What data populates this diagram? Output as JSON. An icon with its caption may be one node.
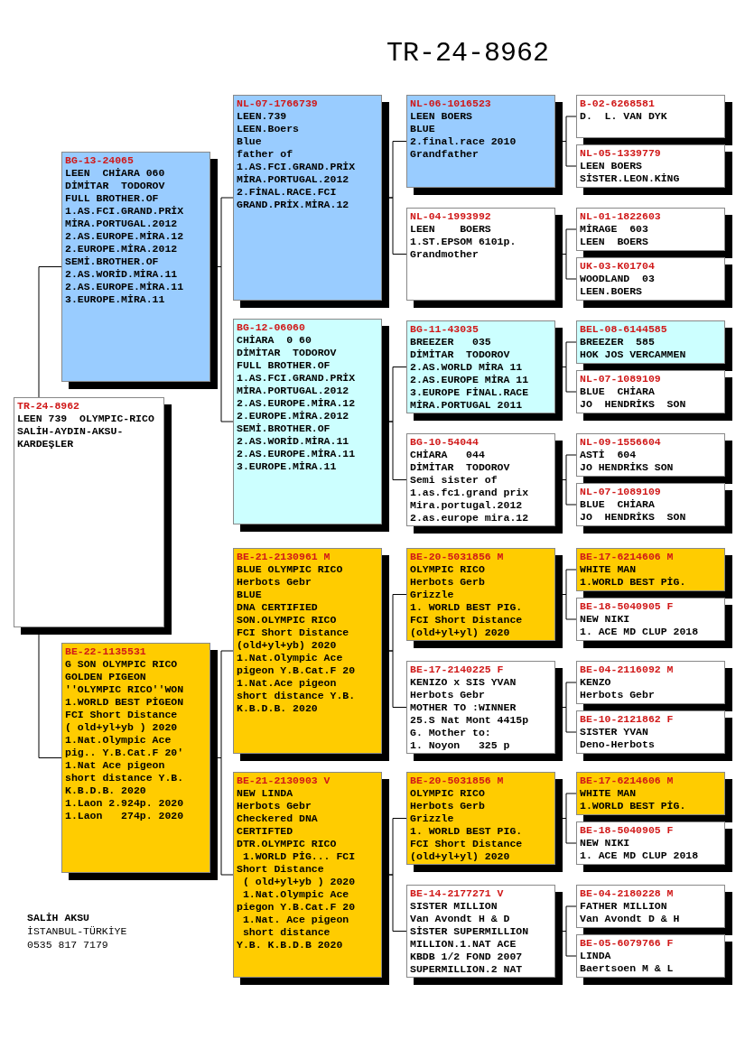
{
  "diagram": {
    "title": "TR-24-8962",
    "nodes": [
      {
        "text": [
          "TR-24-8962",
          "LEEN 739  OLYMPIC-RICO",
          "SALİH-AYDIN-AKSU-KARDEŞLER"
        ]
      },
      {
        "text": [
          "BG-13-24065",
          "LEEN  CHİARA 060",
          "DİMİTAR  TODOROV",
          "FULL BROTHER.OF",
          "1.AS.FCI.GRAND.PRİX",
          "MİRA.PORTUGAL.2012",
          "2.AS.EUROPE.MİRA.12",
          "2.EUROPE.MİRA.2012",
          "SEMİ.BROTHER.OF",
          "2.AS.WORİD.MİRA.11",
          "2.AS.EUROPE.MİRA.11",
          "3.EUROPE.MİRA.11"
        ]
      },
      {
        "text": [
          "BE-22-1135531",
          "G SON OLYMPIC RICO",
          "GOLDEN PIGEON",
          "''OLYMPIC RICO''WON",
          "1.WORLD BEST PİGEON",
          "FCI Short Distance",
          "( old+yl+yb ) 2020",
          "1.Nat.Olympic Ace",
          "pig.. Y.B.Cat.F 20'",
          "1.Nat Ace pigeon",
          "short distance Y.B.",
          "K.B.D.B. 2020",
          "1.Laon 2.924p. 2020",
          "1.Laon   274p. 2020"
        ]
      },
      {
        "text": [
          "NL-07-1766739",
          "LEEN.739",
          "LEEN.Boers",
          "Blue",
          "father of",
          "1.AS.FCI.GRAND.PRİX",
          "MİRA.PORTUGAL.2012",
          "2.FİNAL.RACE.FCI",
          "GRAND.PRİX.MİRA.12"
        ]
      },
      {
        "text": [
          "BG-12-06060",
          "CHİARA  0 60",
          "DİMİTAR  TODOROV",
          "FULL BROTHER.OF",
          "1.AS.FCI.GRAND.PRİX",
          "MİRA.PORTUGAL.2012",
          "2.AS.EUROPE.MİRA.12",
          "2.EUROPE.MİRA.2012",
          "SEMİ.BROTHER.OF",
          "2.AS.WORİD.MİRA.11",
          "2.AS.EUROPE.MİRA.11",
          "3.EUROPE.MİRA.11"
        ]
      },
      {
        "text": [
          "BE-21-2130961 M",
          "BLUE OLYMPIC RICO",
          "Herbots Gebr",
          "BLUE",
          "DNA CERTIFIED",
          "SON.OLYMPIC RICO",
          "FCI Short Distance",
          "(old+yl+yb) 2020",
          "1.Nat.Olympic Ace",
          "pigeon Y.B.Cat.F 20",
          "1.Nat.Ace pigeon",
          "short distance Y.B.",
          "K.B.D.B. 2020"
        ]
      },
      {
        "text": [
          "BE-21-2130903 V",
          "NEW LINDA",
          "Herbots Gebr",
          "Checkered DNA CERTIFTED",
          "DTR.OLYMPIC RICO",
          " 1.WORLD PİG... FCI",
          "Short Distance",
          " ( old+yl+yb ) 2020",
          " 1.Nat.Olympic Ace",
          "piegon Y.B.Cat.F 20",
          " 1.Nat. Ace pigeon",
          " short distance",
          "Y.B. K.B.D.B 2020"
        ]
      },
      {
        "text": [
          "NL-06-1016523",
          "LEEN BOERS",
          "BLUE",
          "2.final.race 2010",
          "Grandfather"
        ]
      },
      {
        "text": [
          "NL-04-1993992",
          "LEEN    BOERS",
          "1.ST.EPSOM 6101p.",
          "Grandmother"
        ]
      },
      {
        "text": [
          "BG-11-43035",
          "BREEZER   035",
          "DİMİTAR  TODOROV",
          "2.AS.WORLD MİRA 11",
          "2.AS.EUROPE MİRA 11",
          "3.EUROPE FİNAL.RACE",
          "MİRA.PORTUGAL 2011"
        ]
      },
      {
        "text": [
          "BG-10-54044",
          "CHİARA   044",
          "DİMİTAR  TODOROV",
          "Semi sister of",
          "1.as.fc1.grand prix",
          "Mira.portugal.2012",
          "2.as.europe mira.12"
        ]
      },
      {
        "text": [
          "BE-20-5031856 M",
          "OLYMPIC RICO",
          "Herbots Gerb",
          "Grizzle",
          "1. WORLD BEST PIG.",
          "FCI Short Distance",
          "(old+yl+yl) 2020"
        ]
      },
      {
        "text": [
          "BE-17-2140225 F",
          "KENIZO x SIS YVAN",
          "Herbots Gebr",
          "MOTHER TO :WINNER",
          "25.S Nat Mont 4415p",
          "G. Mother to:",
          "1. Noyon   325 p"
        ]
      },
      {
        "text": [
          "BE-20-5031856 M",
          "OLYMPIC RICO",
          "Herbots Gerb",
          "Grizzle",
          "1. WORLD BEST PIG.",
          "FCI Short Distance",
          "(old+yl+yl) 2020"
        ]
      },
      {
        "text": [
          "BE-14-2177271 V",
          "SISTER MILLION",
          "Van Avondt H & D",
          "SİSTER SUPERMILLION",
          "MILLION.1.NAT ACE",
          "KBDB 1/2 FOND 2007",
          "SUPERMILLION.2 NAT"
        ]
      },
      {
        "text": [
          "B-02-6268581",
          "D.  L. VAN DYK"
        ]
      },
      {
        "text": [
          "NL-05-1339779",
          "LEEN BOERS",
          "SİSTER.LEON.KİNG"
        ]
      },
      {
        "text": [
          "NL-01-1822603",
          "MİRAGE  603",
          "LEEN  BOERS"
        ]
      },
      {
        "text": [
          "UK-03-K01704",
          "WOODLAND  03",
          "LEEN.BOERS"
        ]
      },
      {
        "text": [
          "BEL-08-6144585",
          "BREEZER  585",
          "HOK JOS VERCAMMEN"
        ]
      },
      {
        "text": [
          "NL-07-1089109",
          "BLUE  CHİARA",
          "JO  HENDRİKS  SON"
        ]
      },
      {
        "text": [
          "NL-09-1556604",
          "ASTİ  604",
          "JO HENDRİKS SON"
        ]
      },
      {
        "text": [
          "NL-07-1089109",
          "BLUE  CHİARA",
          "JO  HENDRİKS  SON"
        ]
      },
      {
        "text": [
          "BE-17-6214606 M",
          "WHITE MAN",
          "1.WORLD BEST PİG."
        ]
      },
      {
        "text": [
          "BE-18-5040905 F",
          "NEW NIKI",
          "1. ACE MD CLUP 2018"
        ]
      },
      {
        "text": [
          "BE-04-2116092 M",
          "KENZO",
          "Herbots Gebr"
        ]
      },
      {
        "text": [
          "BE-10-2121862 F",
          "SISTER YVAN",
          "Deno-Herbots"
        ]
      },
      {
        "text": [
          "BE-17-6214606 M",
          "WHITE MAN",
          "1.WORLD BEST PİG."
        ]
      },
      {
        "text": [
          "BE-18-5040905 F",
          "NEW NIKI",
          "1. ACE MD CLUP 2018"
        ]
      },
      {
        "text": [
          "BE-04-2180228 M",
          "FATHER MILLION",
          "Van Avondt D & H"
        ]
      },
      {
        "text": [
          "BE-05-6079766 F",
          "LINDA",
          "Baertsoen M & L"
        ]
      }
    ],
    "edges": [
      {
        "from": 0,
        "to": 1,
        "arrow": "none"
      },
      {
        "from": 0,
        "to": 2,
        "arrow": "none"
      },
      {
        "from": 1,
        "to": 3,
        "arrow": "none"
      },
      {
        "from": 1,
        "to": 4,
        "arrow": "none"
      },
      {
        "from": 2,
        "to": 5,
        "arrow": "none"
      },
      {
        "from": 2,
        "to": 6,
        "arrow": "none"
      },
      {
        "from": 3,
        "to": 7,
        "arrow": "none"
      },
      {
        "from": 3,
        "to": 8,
        "arrow": "none"
      },
      {
        "from": 4,
        "to": 9,
        "arrow": "none"
      },
      {
        "from": 4,
        "to": 10,
        "arrow": "none"
      },
      {
        "from": 5,
        "to": 11,
        "arrow": "none"
      },
      {
        "from": 5,
        "to": 12,
        "arrow": "none"
      },
      {
        "from": 6,
        "to": 13,
        "arrow": "none"
      },
      {
        "from": 6,
        "to": 14,
        "arrow": "none"
      },
      {
        "from": 7,
        "to": 15,
        "arrow": "none"
      },
      {
        "from": 7,
        "to": 16,
        "arrow": "none"
      },
      {
        "from": 8,
        "to": 17,
        "arrow": "none"
      },
      {
        "from": 8,
        "to": 18,
        "arrow": "none"
      },
      {
        "from": 9,
        "to": 19,
        "arrow": "none"
      },
      {
        "from": 9,
        "to": 20,
        "arrow": "none"
      },
      {
        "from": 10,
        "to": 21,
        "arrow": "none"
      },
      {
        "from": 10,
        "to": 22,
        "arrow": "none"
      },
      {
        "from": 11,
        "to": 23,
        "arrow": "none"
      },
      {
        "from": 11,
        "to": 24,
        "arrow": "none"
      },
      {
        "from": 12,
        "to": 25,
        "arrow": "none"
      },
      {
        "from": 12,
        "to": 26,
        "arrow": "none"
      },
      {
        "from": 13,
        "to": 27,
        "arrow": "none"
      },
      {
        "from": 13,
        "to": 28,
        "arrow": "none"
      },
      {
        "from": 14,
        "to": 29,
        "arrow": "none"
      },
      {
        "from": 14,
        "to": 30,
        "arrow": "none"
      }
    ],
    "labels": [
      "SALİH AKSU",
      "İSTANBUL-TÜRKİYE",
      "0535 817 7179"
    ]
  }
}
